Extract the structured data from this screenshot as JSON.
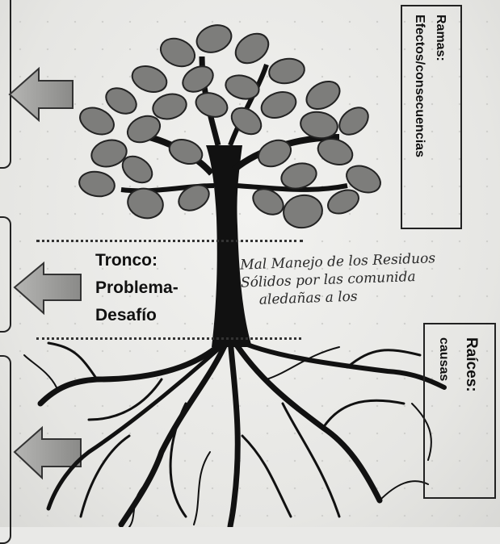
{
  "ramas": {
    "title": "Ramas:",
    "subtitle": "Efectos/consecuencias"
  },
  "tronco": {
    "line1": "Tronco:",
    "line2": "Problema-",
    "line3": "Desafío"
  },
  "raices": {
    "title": "Raíces:",
    "subtitle": "causas"
  },
  "handwriting": {
    "line1": "Mal Manejo de los Residuos",
    "line2": "Sólidos por las comunida",
    "line3": "aledañas a los"
  },
  "colors": {
    "ink": "#111111",
    "arrow_fill": "#9a9a98",
    "leaf_fill": "#7d7d7b",
    "paper": "#ecebe8"
  },
  "icons": [
    "left-arrow-icon",
    "tree-illustration"
  ]
}
